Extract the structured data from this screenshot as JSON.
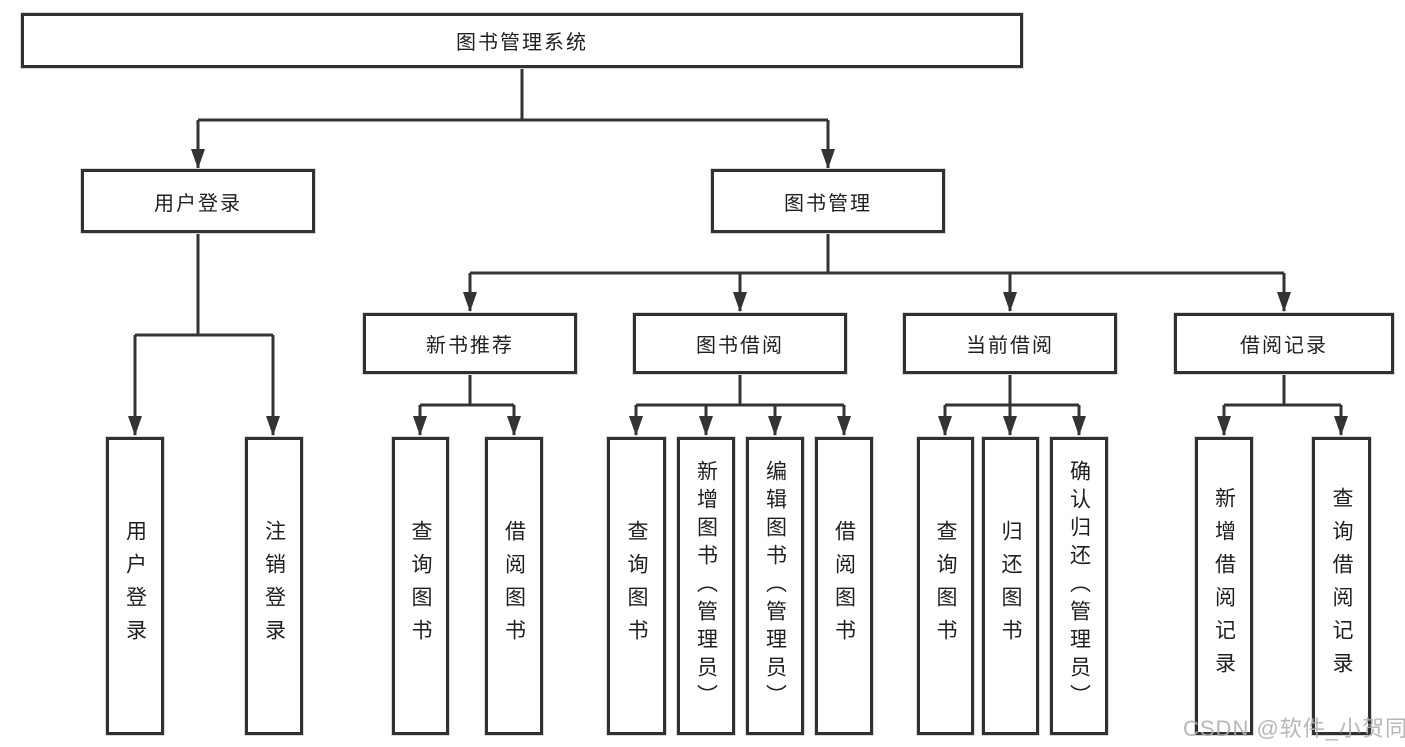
{
  "palette": {
    "line": "#333333",
    "box_border": "#313131",
    "text": "#1f1f1f",
    "watermark": "#afafaf",
    "background": "#ffffff"
  },
  "labels": {
    "root": "图书管理系统",
    "user_login": "用户登录",
    "book_mgmt": "图书管理",
    "new_book": "新书推荐",
    "book_borrow": "图书借阅",
    "current_borrow": "当前借阅",
    "borrow_record": "借阅记录",
    "leaf_user_login": "用户登录",
    "leaf_logout": "注销登录",
    "leaf_nb_query": "查询图书",
    "leaf_nb_borrow": "借阅图书",
    "leaf_bb_query": "查询图书",
    "leaf_bb_add": "新增图书（管理员）",
    "leaf_bb_edit": "编辑图书（管理员）",
    "leaf_bb_borrow": "借阅图书",
    "leaf_cb_query": "查询图书",
    "leaf_cb_return": "归还图书",
    "leaf_cb_confirm": "确认归还（管理员）",
    "leaf_br_add": "新增借阅记录",
    "leaf_br_query": "查询借阅记录"
  },
  "hierarchy": {
    "图书管理系统": {
      "用户登录": [
        "用户登录",
        "注销登录"
      ],
      "图书管理": {
        "新书推荐": [
          "查询图书",
          "借阅图书"
        ],
        "图书借阅": [
          "查询图书",
          "新增图书（管理员）",
          "编辑图书（管理员）",
          "借阅图书"
        ],
        "当前借阅": [
          "查询图书",
          "归还图书",
          "确认归还（管理员）"
        ],
        "借阅记录": [
          "新增借阅记录",
          "查询借阅记录"
        ]
      }
    }
  },
  "watermark": "CSDN @软件_小贺同学"
}
